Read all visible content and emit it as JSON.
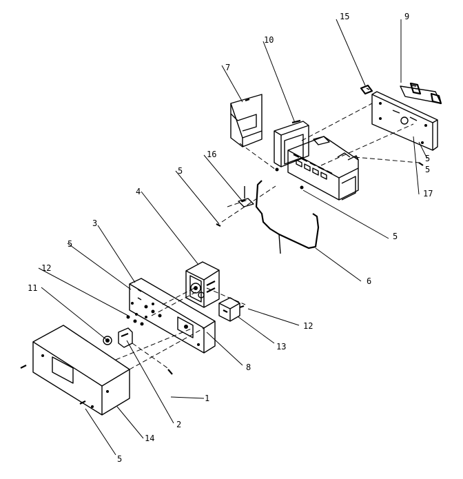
{
  "callouts": [
    "1",
    "2",
    "3",
    "4",
    "5",
    "5",
    "5",
    "5",
    "5",
    "5",
    "6",
    "7",
    "8",
    "9",
    "10",
    "11",
    "12",
    "12",
    "13",
    "14",
    "15",
    "16",
    "17"
  ],
  "colors": {
    "line": "#000000",
    "background": "#ffffff"
  }
}
